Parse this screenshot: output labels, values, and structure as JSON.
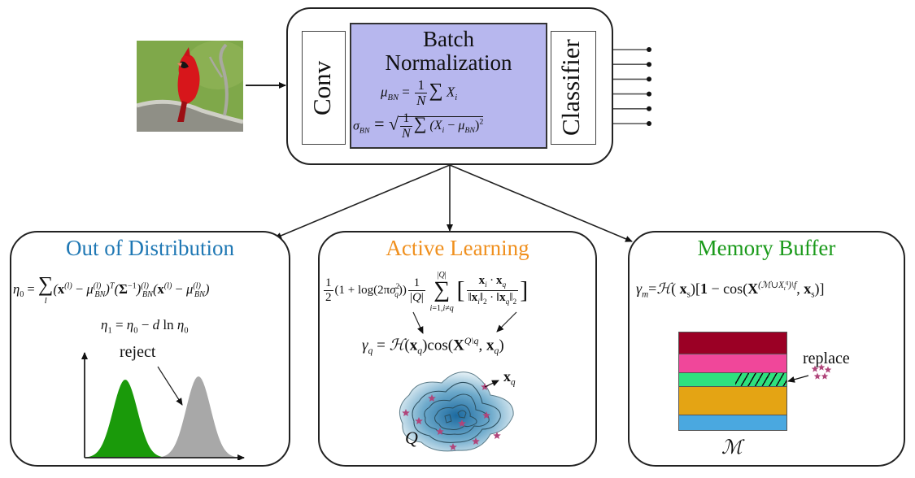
{
  "input": {
    "image_alt": "Northern cardinal perched on a branch",
    "bg_color": "#7fa84a"
  },
  "top_model": {
    "conv_label": "Conv",
    "bn_title_line1": "Batch",
    "bn_title_line2": "Normalization",
    "bn_mean_lhs": "μ",
    "bn_mean_sub": "BN",
    "bn_mean_eq": " = ",
    "bn_mean_num": "1",
    "bn_mean_den": "N",
    "bn_mean_rhs": "∑ X",
    "bn_mean_rhs_sub": "i",
    "bn_std_lhs": "σ",
    "bn_std_sub": "BN",
    "bn_std_eq": " = √",
    "bn_std_num": "1",
    "bn_std_den": "N",
    "bn_std_rhs": "∑ (X",
    "bn_std_rhs_sub1": "i",
    "bn_std_rhs_mid": " − μ",
    "bn_std_rhs_sub2": "BN",
    "bn_std_rhs_end": ")",
    "bn_std_rhs_sup": "2",
    "classifier_label": "Classifier",
    "bn_fill": "#b7b7ee",
    "output_count": 6
  },
  "panels": {
    "ood": {
      "title": "Out of Distribution",
      "title_color": "#1f78b4",
      "eq1": "η₀ = ∑ₗ(x⁽ˡ⁾ − μ⁽ˡ⁾_BN)ᵀ(Σ⁻¹)⁽ˡ⁾_BN(x⁽ˡ⁾ − μ⁽ˡ⁾_BN)",
      "eq2": "η₁ = η₀ − d ln η₀",
      "reject_label": "reject",
      "in_dist_color": "#1a9a0a",
      "out_dist_color": "#a8a8a8"
    },
    "al": {
      "title": "Active Learning",
      "title_color": "#f0901e",
      "eq1": "½(1 + log(2πσ²_q)) 1/|Q| ∑_{i=1,i≠q}^{|Q|} [ x_i · x_q / (‖x_i‖₂ · ‖x_q‖₂) ]",
      "eq2": "γ_q = ℋ(x_q) cos(X^{Q\\q}, x_q)",
      "point_label": "x",
      "point_label_sub": "q",
      "set_label": "Q",
      "star_color": "#b0457a"
    },
    "mb": {
      "title": "Memory Buffer",
      "title_color": "#1a9a1a",
      "eq1": "γ_m = ℋ(x_s)[1 − cos(X^{(ℳ∪X_t^q)\\f}, x_s)]",
      "replace_label": "replace",
      "memory_label": "ℳ",
      "buffer_colors": [
        "#9b0025",
        "#f0479a",
        "#2ee07e",
        "#e4a414",
        "#4aa8e0"
      ]
    }
  }
}
